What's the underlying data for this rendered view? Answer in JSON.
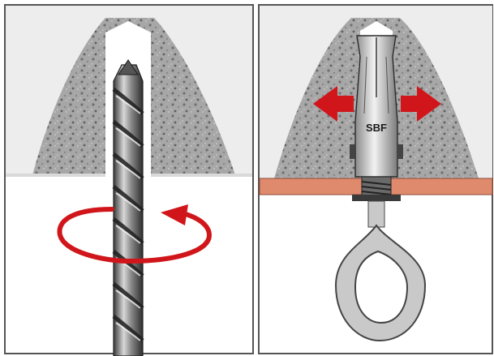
{
  "panels": [
    {
      "id": "drilling",
      "steps": [
        "drill-bit",
        "rotation-arrow"
      ]
    },
    {
      "id": "anchoring",
      "steps": [
        "expansion-anchor",
        "eye-bolt"
      ]
    }
  ],
  "anchor": {
    "label": "SBF"
  },
  "colors": {
    "concrete": "#a4a4a4",
    "concrete_dark": "#6e6e6e",
    "arrow_red": "#d0161b",
    "ceiling_board": "#e08a6d",
    "metal": "#c9c9c9",
    "frame": "#555555"
  },
  "icons": [
    "rotation-arrow-icon",
    "expand-arrow-left-icon",
    "expand-arrow-right-icon"
  ]
}
